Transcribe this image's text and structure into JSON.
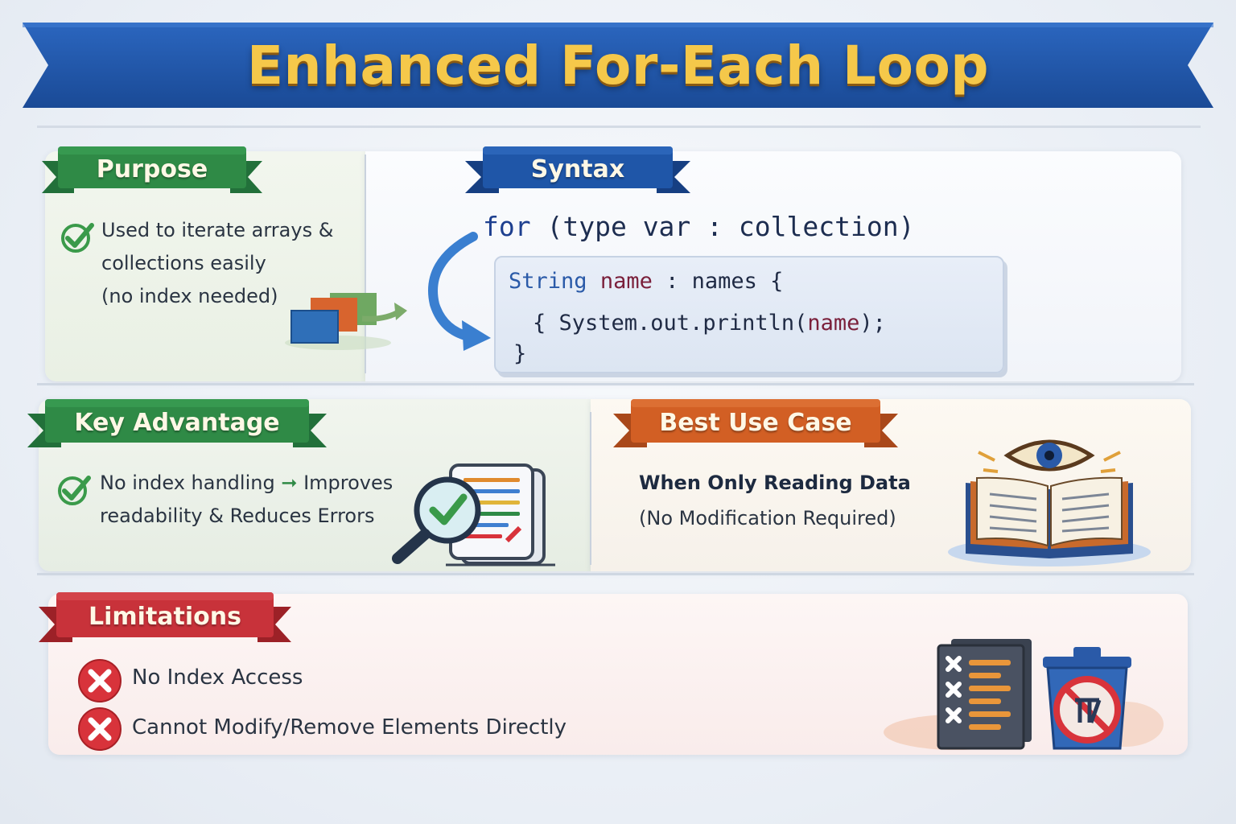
{
  "header": {
    "title": "Enhanced For-Each Loop"
  },
  "purpose": {
    "label": "Purpose",
    "lines": [
      "Used to iterate arrays &",
      "collections easily",
      "(no index needed)"
    ]
  },
  "syntax": {
    "label": "Syntax",
    "keyword": "for",
    "signature": "(type var  :  collection)",
    "code": {
      "line1_type": "String",
      "line1_var": "name",
      "line1_rest": " : names {",
      "line2_open": "{ System.out.println(",
      "line2_var": "name",
      "line2_close": ");",
      "line3": "}"
    }
  },
  "advantage": {
    "label": "Key Advantage",
    "line1_start": "No index handling",
    "line1_end": "Improves",
    "line2": "readability & Reduces Errors"
  },
  "use_case": {
    "label": "Best Use Case",
    "heading": "When Only Reading Data",
    "subtext": "(No Modification Required)"
  },
  "limitations": {
    "label": "Limitations",
    "items": [
      "No Index Access",
      "Cannot Modify/Remove Elements Directly"
    ]
  },
  "colors": {
    "title_banner": "#1f56a8",
    "title_text": "#f5c84a",
    "green_ribbon": "#2f8a46",
    "blue_ribbon": "#1f56a8",
    "orange_ribbon": "#d25f24",
    "red_ribbon": "#c8323a",
    "check_green": "#3a9a4a",
    "x_red": "#d8333b"
  },
  "icons": {
    "purpose": "cards-arrow-icon",
    "syntax": "curved-arrow-icon",
    "advantage": "magnifier-document-icon",
    "use_case": "eye-book-icon",
    "limitations": "checklist-trash-icon"
  }
}
